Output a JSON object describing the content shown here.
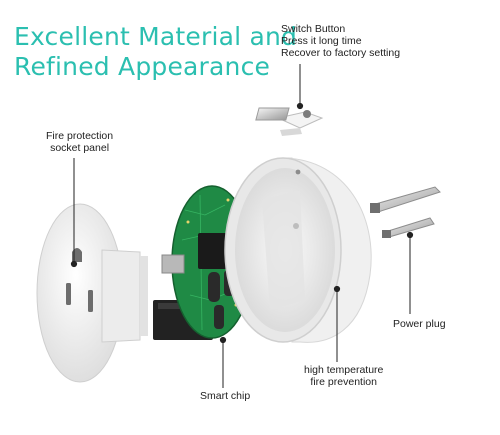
{
  "headline": {
    "line1": "Excellent Material and",
    "line2": "Refined Appearance"
  },
  "callouts": {
    "switch_button": {
      "line1": "Switch Button",
      "line2": "Press it long time",
      "line3": "Recover to factory setting"
    },
    "socket_panel": {
      "line1": "Fire protection",
      "line2": "socket panel"
    },
    "power_plug": "Power plug",
    "smart_chip": "Smart chip",
    "fire_prevention": {
      "line1": "high temperature",
      "line2": "fire prevention"
    }
  },
  "colors": {
    "headline": "#2bbfb0",
    "pcb": "#1f8a45",
    "callout_line": "#222222"
  }
}
